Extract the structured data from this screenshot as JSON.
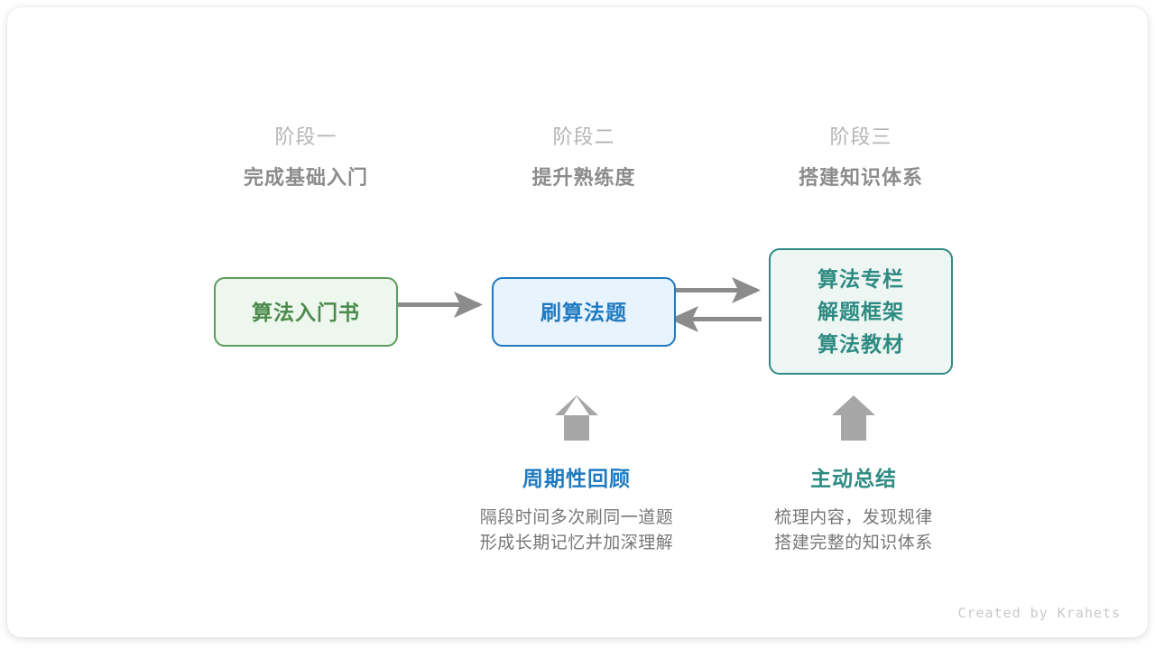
{
  "stages": [
    {
      "index": "阶段一",
      "title": "完成基础入门"
    },
    {
      "index": "阶段二",
      "title": "提升熟练度"
    },
    {
      "index": "阶段三",
      "title": "搭建知识体系"
    }
  ],
  "nodes": {
    "book": {
      "lines": [
        "算法入门书"
      ],
      "color": "#4b8b4b",
      "border": "#5a9e5a",
      "fill": "#eef7ee"
    },
    "practice": {
      "lines": [
        "刷算法题"
      ],
      "color": "#1f7ac0",
      "border": "#1f7ac0",
      "fill": "#e7f3fd"
    },
    "knowledge": {
      "lines": [
        "算法专栏",
        "解题框架",
        "算法教材"
      ],
      "color": "#2e8b82",
      "border": "#2e8b82",
      "fill": "#eef6f4"
    }
  },
  "annotations": [
    {
      "title": "周期性回顾",
      "accent": "#1f7ac0",
      "desc_lines": [
        "隔段时间多次刷同一道题",
        "形成长期记忆并加深理解"
      ]
    },
    {
      "title": "主动总结",
      "accent": "#2e8b82",
      "desc_lines": [
        "梳理内容，发现规律",
        "搭建完整的知识体系"
      ]
    }
  ],
  "arrows": {
    "color": "#8c8c8c",
    "book_to_practice": "right",
    "practice_to_knowledge": "right",
    "knowledge_to_practice": "left",
    "up_arrow_color": "#a6a6a6"
  },
  "credit": "Created by Krahets"
}
